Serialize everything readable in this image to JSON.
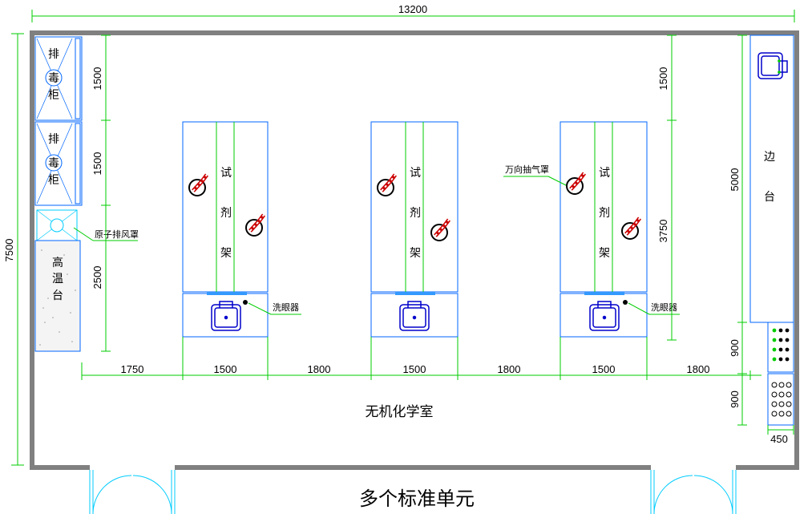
{
  "dimensions": {
    "total_width": "13200",
    "total_height": "7500",
    "left_segments": [
      "1500",
      "1500",
      "2500"
    ],
    "right_upper": "1500",
    "right_mid": "5000",
    "right_lower": "3750",
    "bottom_row": [
      "1750",
      "1500",
      "1800",
      "1500",
      "1800",
      "1500",
      "1800"
    ],
    "right_small": [
      "900",
      "900"
    ],
    "right_bottom": "450"
  },
  "labels": {
    "fume_cabinet_1": [
      "排",
      "毒",
      "柜"
    ],
    "fume_cabinet_2": [
      "排",
      "毒",
      "柜"
    ],
    "atomic_hood": "原子排风罩",
    "high_temp_bench": [
      "高",
      "温",
      "台"
    ],
    "reagent_shelf": [
      "试",
      "剂",
      "架"
    ],
    "universal_hood": "万向抽气罩",
    "eyewash": "洗眼器",
    "side_bench": [
      "边",
      "台"
    ],
    "room_name": "无机化学室",
    "footer": "多个标准单元"
  },
  "colors": {
    "wall": "#808080",
    "dimension": "#00cc00",
    "furniture": "#0066ff",
    "hood": "#cc0000",
    "sink": "#0000cc"
  }
}
